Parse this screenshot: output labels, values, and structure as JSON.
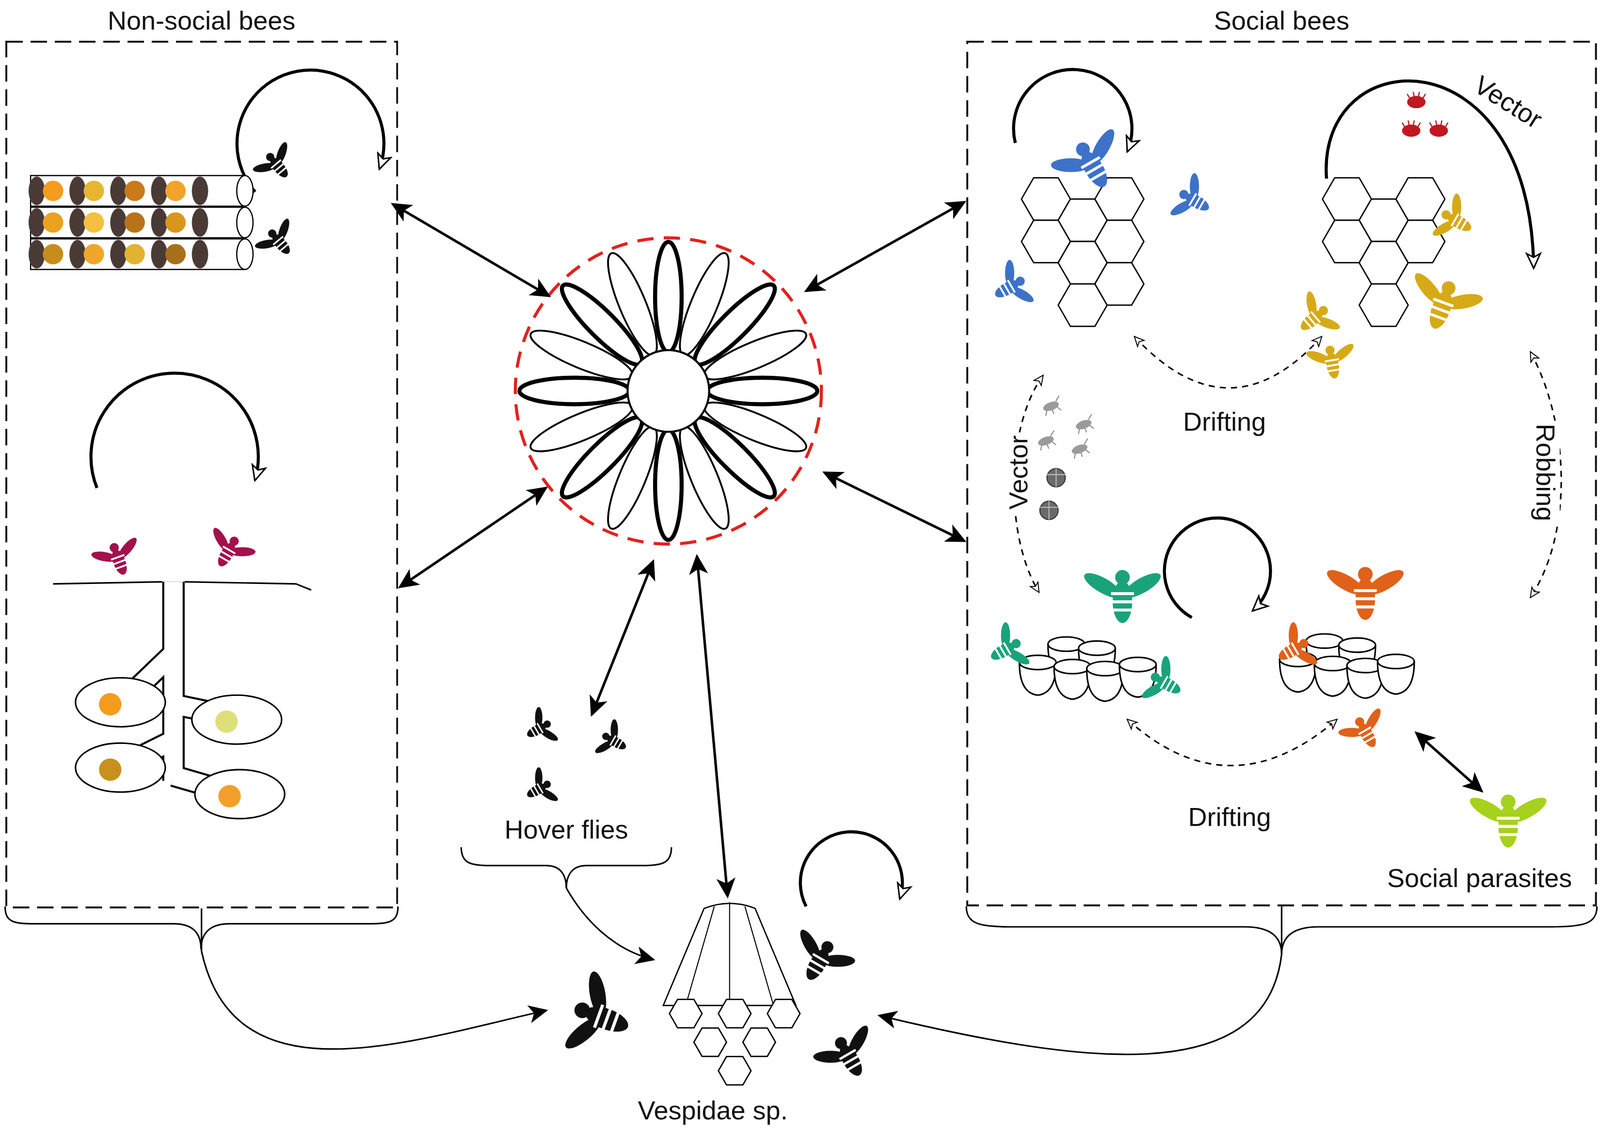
{
  "diagram": {
    "nodes": [
      {
        "text": [
          "Non-social bees"
        ]
      },
      {
        "text": [
          "Social bees"
        ]
      },
      {
        "text": [
          "Social parasites"
        ],
        "in": 1
      },
      {
        "text": [
          "Hover flies"
        ]
      },
      {
        "text": [
          "Vespidae sp."
        ]
      }
    ],
    "edges": [
      {
        "from": 0,
        "to": 4,
        "arrow": "to"
      },
      {
        "from": 1,
        "to": 4,
        "arrow": "to"
      },
      {
        "from": 3,
        "to": 4,
        "arrow": "to"
      }
    ],
    "labels": [
      "Vector",
      "Drifting",
      "Vector",
      "Robbing",
      "Drifting"
    ]
  }
}
